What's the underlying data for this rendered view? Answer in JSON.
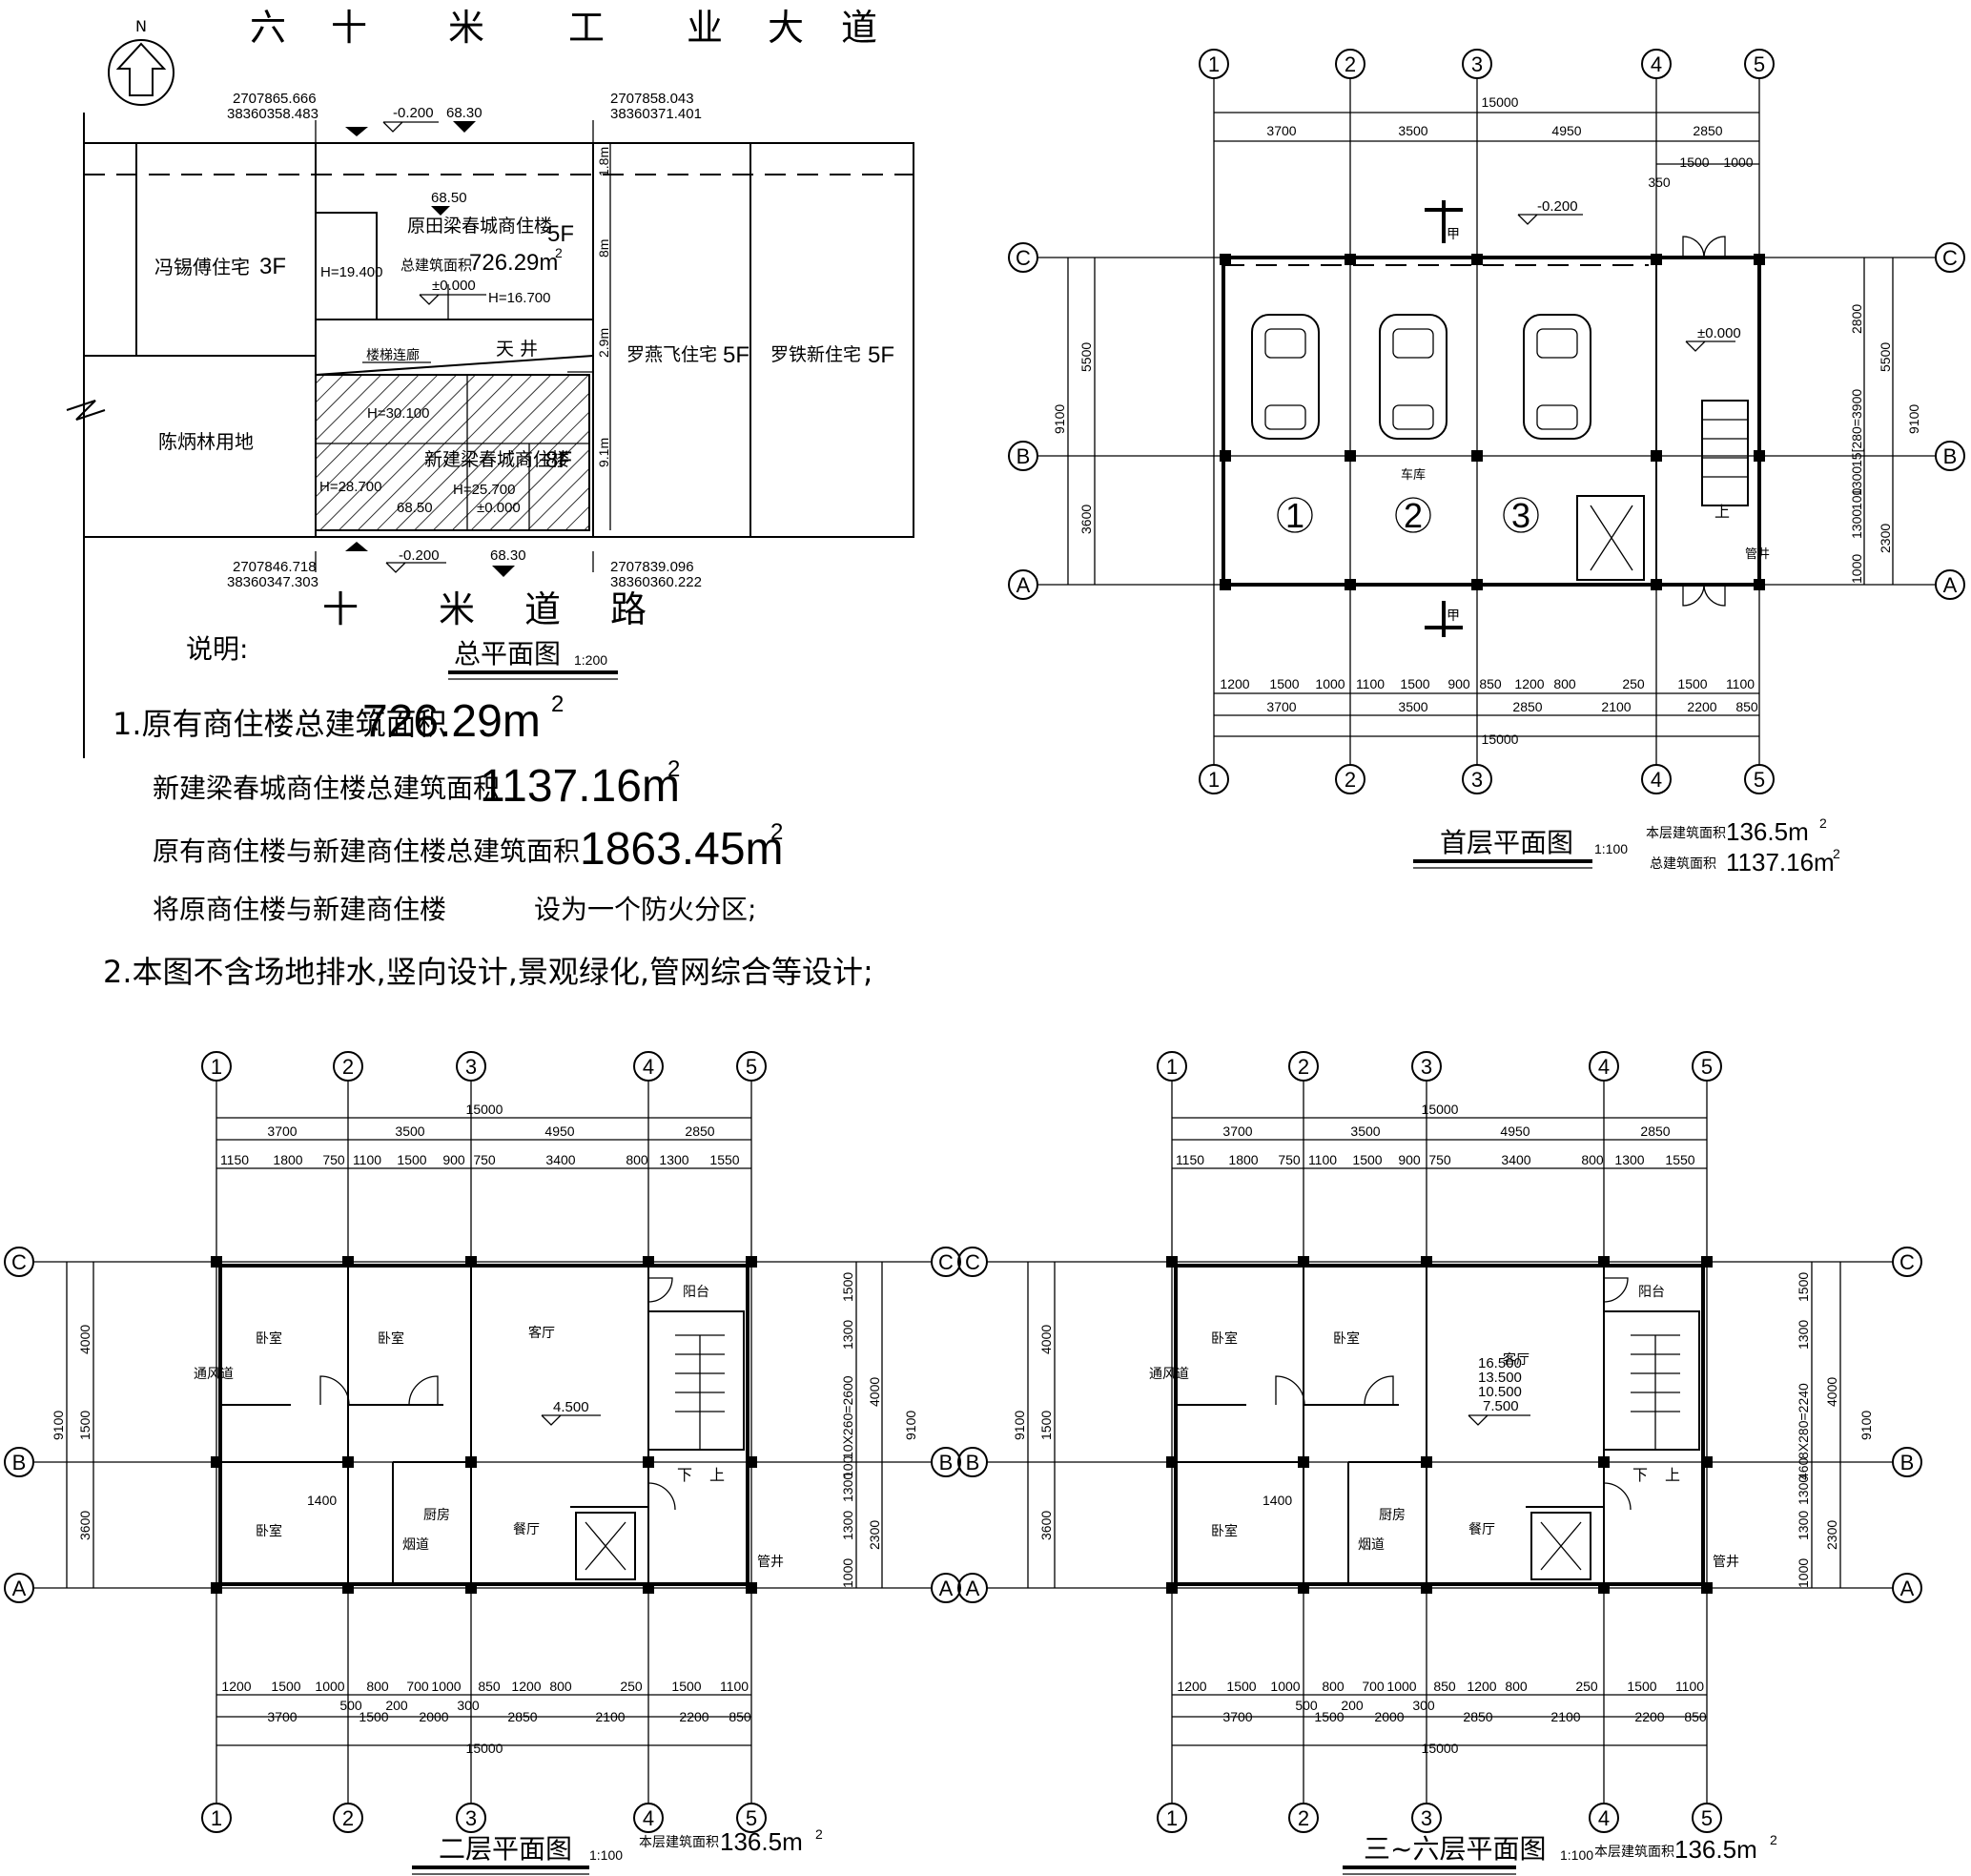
{
  "site_plan": {
    "north_label": "N",
    "road_top": [
      "六",
      "十",
      "米",
      "工",
      "业",
      "大",
      "道"
    ],
    "road_bottom": [
      "十",
      "米",
      "道",
      "路"
    ],
    "coord_tl": [
      "2707865.666",
      "38360358.483"
    ],
    "coord_tr": [
      "2707858.043",
      "38360371.401"
    ],
    "coord_bl": [
      "2707846.718",
      "38360347.303"
    ],
    "coord_br": [
      "2707839.096",
      "38360360.222"
    ],
    "elev_top_a": "-0.200",
    "elev_top_b": "68.30",
    "elev_bot_a": "-0.200",
    "elev_bot_b": "68.30",
    "elev_mid_a": "68.50",
    "elev_mid_b": "68.50",
    "left_house": "冯锡傅住宅",
    "left_house_f": "3F",
    "left_land": "陈炳林用地",
    "old_building": "原田梁春城商住楼",
    "old_building_f": "5F",
    "old_area_label": "总建筑面积",
    "old_area": "726.29m",
    "old_h": "H=19.400",
    "old_h2": "H=16.700",
    "old_zero": "±0.000",
    "courtyard": "天 井",
    "corridor": "楼梯连廊",
    "new_building": "新建梁春城商住楼",
    "new_building_f": "8F",
    "new_h1": "H=30.100",
    "new_h2": "H=28.700",
    "new_h3": "H=25.700",
    "new_zero": "±0.000",
    "right_house1": "罗燕飞住宅",
    "right_house1_f": "5F",
    "right_house2": "罗铁新住宅",
    "right_house2_f": "5F",
    "dim_18": "1.8m",
    "dim_8": "8m",
    "dim_29": "2.9m",
    "dim_91": "9.1m",
    "title": "总平面图",
    "scale": "1:200"
  },
  "notes": {
    "label": "说明:",
    "l1_text": "1.原有商住楼总建筑面积",
    "l1_val": "726.29m",
    "l2_text": "新建梁春城商住楼总建筑面积",
    "l2_val": "1137.16m",
    "l3_text": "原有商住楼与新建商住楼总建筑面积",
    "l3_val": "1863.45m",
    "l4_text": "将原商住楼与新建商住楼",
    "l4_text2": "设为一个防火分区;",
    "l5_text": "2.本图不含场地排水,竖向设计,景观绿化,管网综合等设计;",
    "sup": "2"
  },
  "axes": {
    "nums": [
      "1",
      "2",
      "3",
      "4",
      "5"
    ],
    "letters": [
      "A",
      "B",
      "C"
    ]
  },
  "ground_floor": {
    "title": "首层平面图",
    "scale": "1:100",
    "area_label": "本层建筑面积",
    "area": "136.5m",
    "total_label": "总建筑面积",
    "total": "1137.16m",
    "sup": "2",
    "top_total": "15000",
    "top_dims": [
      "3700",
      "3500",
      "4950",
      "2850"
    ],
    "top_sub": [
      "1500",
      "1000"
    ],
    "top_350": "350",
    "bot_sub": [
      "1200",
      "1500",
      "1000",
      "1100",
      "1500",
      "900",
      "850",
      "1200",
      "800",
      "250",
      "1500",
      "1100"
    ],
    "bot_dims": [
      "3700",
      "3500",
      "2850",
      "2100",
      "2200",
      "850"
    ],
    "bot_total": "15000",
    "left_dims": [
      "9100",
      "5500",
      "3600"
    ],
    "right_dims": [
      "2800",
      "15[280=3900",
      "1300",
      "100",
      "1300",
      "2300",
      "1000",
      "5500",
      "9100"
    ],
    "elev1": "-0.200",
    "elev2": "±0.000",
    "garage_label": "车库",
    "bays": [
      "1",
      "2",
      "3"
    ],
    "section": "甲",
    "up": "上",
    "well": "管井"
  },
  "second_floor": {
    "title": "二层平面图",
    "scale": "1:100",
    "area_label": "本层建筑面积",
    "area": "136.5m",
    "sup": "2",
    "top_total": "15000",
    "top_dims": [
      "3700",
      "3500",
      "4950",
      "2850"
    ],
    "top_sub": [
      "1150",
      "1800",
      "750",
      "1100",
      "1500",
      "900",
      "750",
      "3400",
      "800",
      "1300",
      "1550"
    ],
    "bot_sub": [
      "1200",
      "1500",
      "1000",
      "800",
      "700",
      "1000",
      "850",
      "1200",
      "800",
      "250",
      "1500",
      "1100"
    ],
    "bot_mid": [
      "500",
      "1500",
      "200",
      "2000",
      "300"
    ],
    "bot_dims": [
      "3700",
      "2850",
      "2100",
      "2200",
      "850"
    ],
    "bot_total": "15000",
    "left_dims": [
      "9100",
      "4000",
      "1500",
      "3600"
    ],
    "right_dims": [
      "1500",
      "1300",
      "4000",
      "10X260=2600",
      "100",
      "1300",
      "1300",
      "2300",
      "1000",
      "9100"
    ],
    "rooms": {
      "bed1": "卧室",
      "bed2": "卧室",
      "bed3": "卧室",
      "living": "客厅",
      "dining": "餐厅",
      "kitchen": "厨房",
      "balcony": "阳台",
      "vent": "通风道",
      "well": "管井",
      "flue": "烟道"
    },
    "elev": "4.500",
    "stair_down": "下",
    "stair_up": "上",
    "door_1400": "1400"
  },
  "typical_floor": {
    "title": "三~六层平面图",
    "scale": "1:100",
    "area_label": "本层建筑面积",
    "area": "136.5m",
    "sup": "2",
    "elevs": [
      "16.500",
      "13.500",
      "10.500",
      "7.500"
    ],
    "right_dims": [
      "1500",
      "1300",
      "4000",
      "8X280=2240",
      "460",
      "1300",
      "1300",
      "2300",
      "1000",
      "9100"
    ]
  }
}
